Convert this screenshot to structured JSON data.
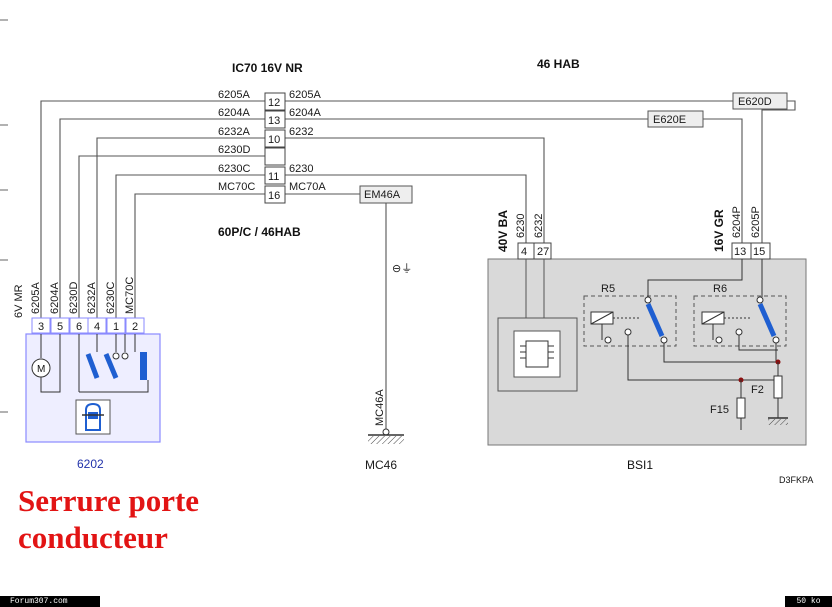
{
  "header": {
    "connector_title": "IC70  16V  NR",
    "harness_title": "46 HAB",
    "subtitle": "60P/C / 46HAB"
  },
  "connector": {
    "pins": [
      "12",
      "13",
      "10",
      "",
      "11",
      "16"
    ],
    "left_wires": [
      "6205A",
      "6204A",
      "6232A",
      "6230D",
      "6230C",
      "MC70C"
    ],
    "right_wires": [
      "6205A",
      "6204A",
      "6232",
      "",
      "6230",
      "MC70A"
    ]
  },
  "splices": {
    "e620d": "E620D",
    "e620e": "E620E",
    "em46a": "EM46A"
  },
  "lock_component": {
    "header": "6V  MR",
    "wire_labels": [
      "6205A",
      "6204A",
      "6230D",
      "6232A",
      "6230C",
      "MC70C"
    ],
    "pins": [
      "3",
      "5",
      "6",
      "4",
      "1",
      "2"
    ],
    "name": "6202"
  },
  "ground": {
    "wire_label": "MC46A",
    "name": "MC46",
    "symbol": "⊖⏚"
  },
  "bsi": {
    "left_header": "40V  BA",
    "left_wires": [
      "6230",
      "6232"
    ],
    "left_pins": [
      "4",
      "27"
    ],
    "right_header": "16V  GR",
    "right_wires": [
      "6204P",
      "6205P"
    ],
    "right_pins": [
      "13",
      "15"
    ],
    "relay1": "R5",
    "relay2": "R6",
    "fuse1": "F15",
    "fuse2": "F2",
    "name": "BSI1"
  },
  "doc_ref": "D3FKPA",
  "caption": [
    "Serrure porte",
    "conducteur"
  ],
  "footer": {
    "left": "Forum307.com",
    "right": "50 ko"
  },
  "colors": {
    "wire": "#555555",
    "component_border": "#8a8aff",
    "component_fill": "#eeeeff",
    "bsi_fill": "#d9d9d9",
    "switch_blue": "#1f5fd1",
    "caption_red": "#e21414",
    "label_blue": "#2233aa"
  }
}
